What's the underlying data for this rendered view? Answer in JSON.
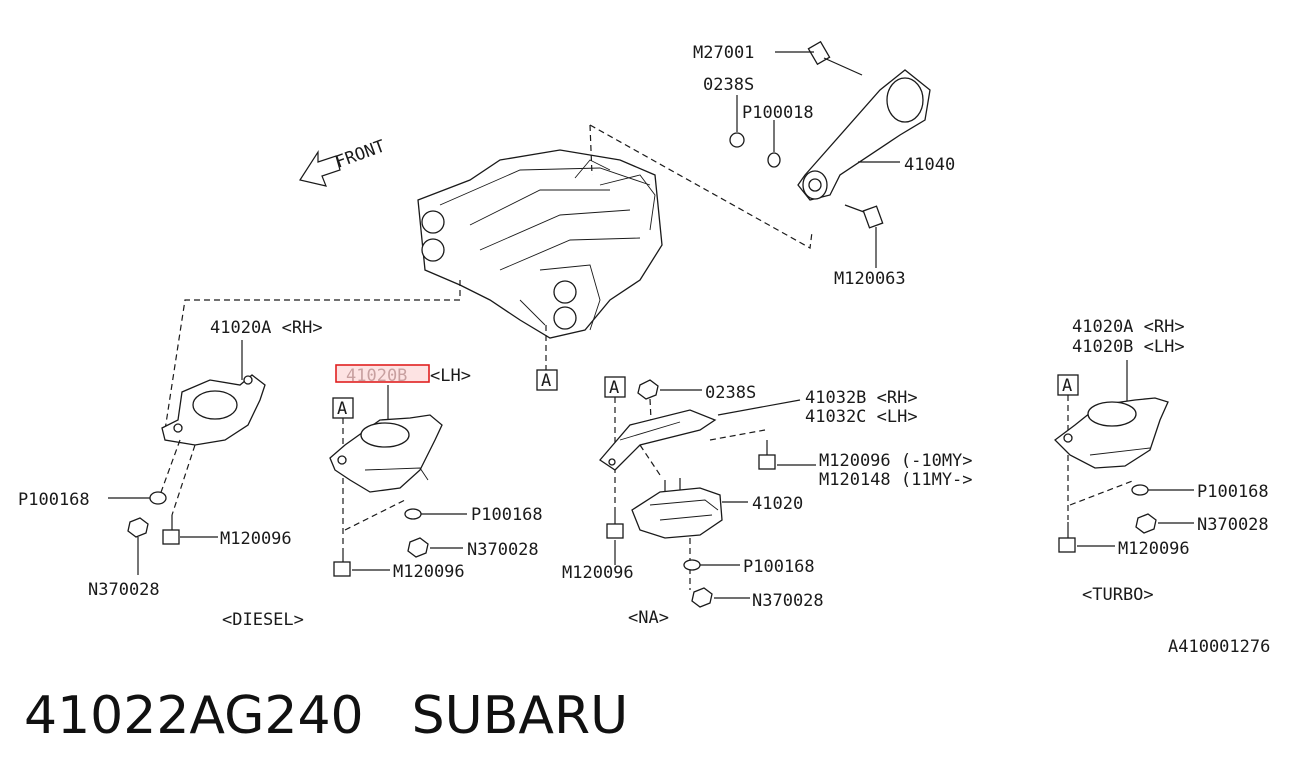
{
  "diagram": {
    "front_label": "FRONT",
    "ref_box_letter": "A",
    "labels": {
      "m27001": "M27001",
      "n0238s_top": "0238S",
      "p100018": "P100018",
      "p41040": "41040",
      "m120063": "M120063",
      "rh_mount_left": "41020A <RH>",
      "lh_mount_highlight": "41020B",
      "lh_suffix": "<LH>",
      "p100168_left": "P100168",
      "m120096_left": "M120096",
      "n370028_left": "N370028",
      "p100168_diesel": "P100168",
      "n370028_diesel": "N370028",
      "m120096_diesel": "M120096",
      "diesel_group": "<DIESEL>",
      "n0238s_na": "0238S",
      "p41032b": "41032B <RH>",
      "p41032c": "41032C <LH>",
      "m120096_10my": "M120096 (-10MY>",
      "m120148_11my": "M120148 (11MY->",
      "p41020_na": "41020",
      "m120096_na": "M120096",
      "p100168_na": "P100168",
      "n370028_na": "N370028",
      "na_group": "<NA>",
      "turbo_rh": "41020A <RH>",
      "turbo_lh": "41020B <LH>",
      "p100168_turbo": "P100168",
      "n370028_turbo": "N370028",
      "m120096_turbo": "M120096",
      "turbo_group": "<TURBO>",
      "drawing_id": "A410001276"
    }
  },
  "caption": {
    "part_number": "41022AG240",
    "brand": "SUBARU"
  },
  "colors": {
    "highlight_border": "#e02020",
    "highlight_fill": "#fde3e3",
    "line": "#1a1a1a"
  }
}
